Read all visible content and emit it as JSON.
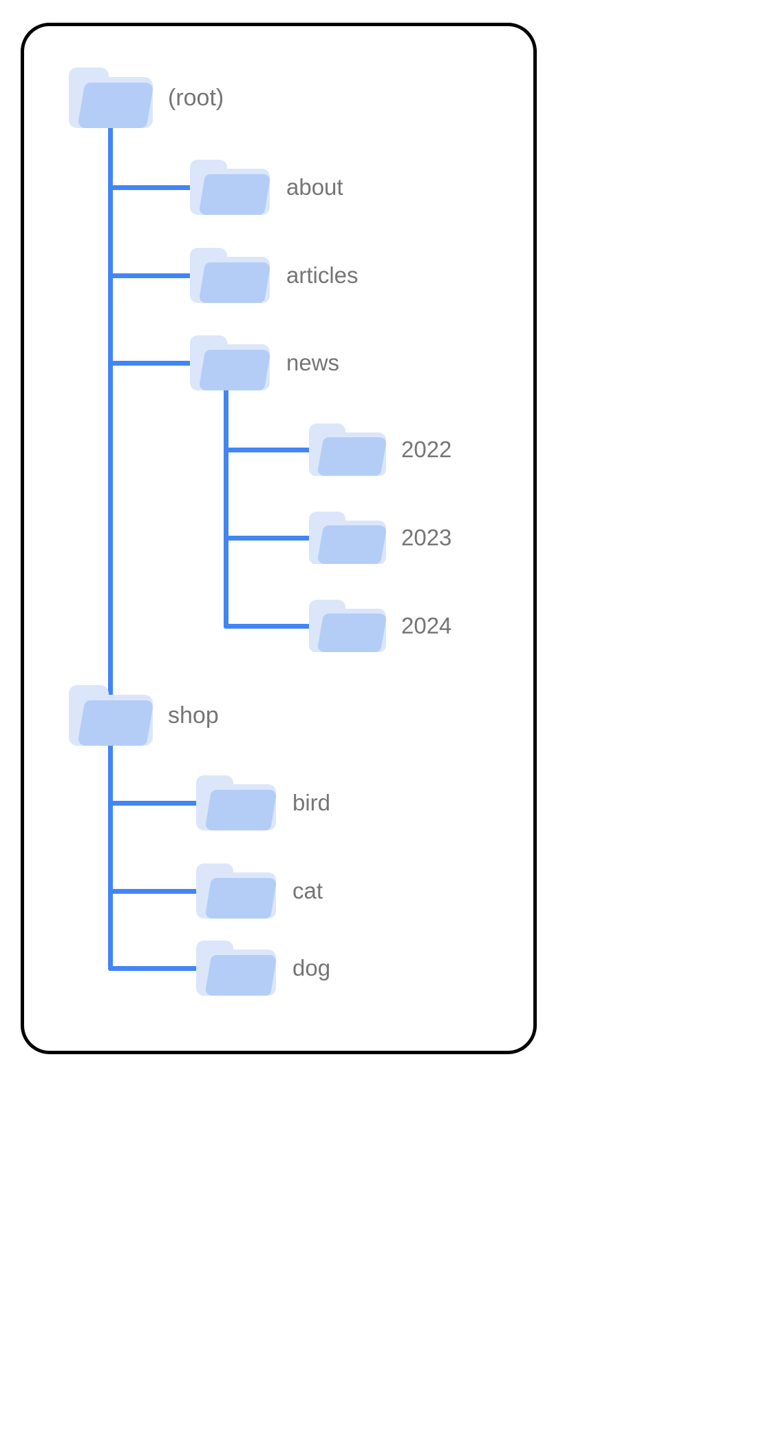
{
  "colors": {
    "frame_border": "#000000",
    "canvas_background": "#ffffff",
    "edge": "#4285f4",
    "folder_back": "#dbe6fb",
    "folder_front": "#b4cdf7",
    "label_text": "#757575"
  },
  "icons": {
    "folder": "folder-icon"
  },
  "tree": {
    "root": {
      "label": "(root)",
      "children": [
        {
          "label": "about",
          "children": []
        },
        {
          "label": "articles",
          "children": []
        },
        {
          "label": "news",
          "children": [
            {
              "label": "2022"
            },
            {
              "label": "2023"
            },
            {
              "label": "2024"
            }
          ]
        },
        {
          "label": "shop",
          "children": [
            {
              "label": "bird"
            },
            {
              "label": "cat"
            },
            {
              "label": "dog"
            }
          ]
        }
      ]
    }
  },
  "nodes": {
    "root": "(root)",
    "about": "about",
    "articles": "articles",
    "news": "news",
    "news_2022": "2022",
    "news_2023": "2023",
    "news_2024": "2024",
    "shop": "shop",
    "shop_bird": "bird",
    "shop_cat": "cat",
    "shop_dog": "dog"
  }
}
